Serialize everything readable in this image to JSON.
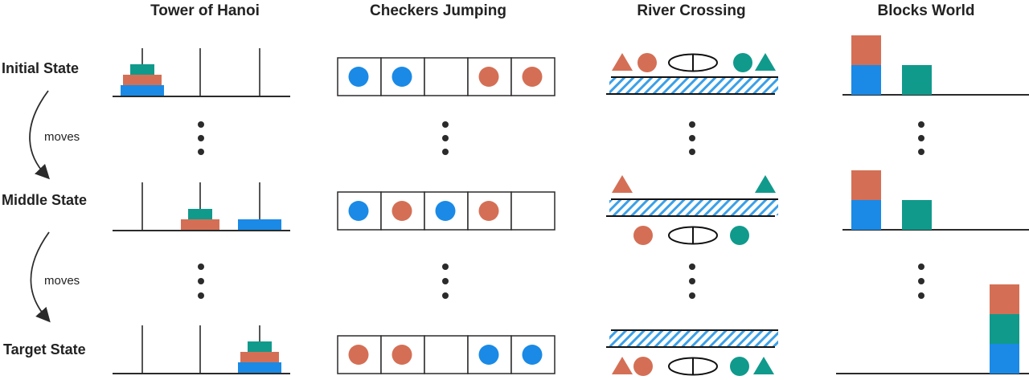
{
  "colors": {
    "blue": "#1a8ae6",
    "orange": "#d46f55",
    "teal": "#109a8c",
    "ink": "#2b2b2b"
  },
  "columns": [
    {
      "id": "hanoi",
      "title": "Tower of Hanoi"
    },
    {
      "id": "checkers",
      "title": "Checkers Jumping"
    },
    {
      "id": "river",
      "title": "River Crossing"
    },
    {
      "id": "blocks",
      "title": "Blocks World"
    }
  ],
  "rows": [
    {
      "id": "initial",
      "label": "Initial State"
    },
    {
      "id": "middle",
      "label": "Middle State"
    },
    {
      "id": "target",
      "label": "Target State"
    }
  ],
  "transitions": [
    {
      "label": "moves"
    },
    {
      "label": "moves"
    }
  ],
  "hanoi": {
    "pegs": 3,
    "disks": [
      {
        "name": "small",
        "color": "teal",
        "size": 1
      },
      {
        "name": "medium",
        "color": "orange",
        "size": 2
      },
      {
        "name": "large",
        "color": "blue",
        "size": 3
      }
    ],
    "states": [
      [
        [
          "large",
          "medium",
          "small"
        ],
        [],
        []
      ],
      [
        [],
        [
          "medium",
          "small"
        ],
        [
          "large"
        ]
      ],
      [
        [],
        [],
        [
          "large",
          "medium",
          "small"
        ]
      ]
    ]
  },
  "checkers": {
    "states": [
      [
        "blue",
        "blue",
        null,
        "orange",
        "orange"
      ],
      [
        "blue",
        "orange",
        "blue",
        "orange",
        null
      ],
      [
        "orange",
        "orange",
        null,
        "blue",
        "blue"
      ]
    ]
  },
  "river": {
    "states": [
      {
        "top": [
          "orange-triangle",
          "orange-circle",
          "boat",
          "",
          "teal-circle",
          "teal-triangle"
        ],
        "bottom": []
      },
      {
        "top": [
          "orange-triangle",
          "",
          "",
          "",
          "",
          "teal-triangle"
        ],
        "bottom": [
          "orange-circle",
          "boat",
          "teal-circle"
        ]
      },
      {
        "top": [],
        "bottom": [
          "orange-triangle",
          "orange-circle",
          "boat",
          "",
          "teal-circle",
          "teal-triangle"
        ]
      }
    ]
  },
  "blocks": {
    "states": [
      [
        [
          "blue",
          "orange"
        ],
        [
          "teal"
        ],
        []
      ],
      [
        [
          "blue",
          "orange"
        ],
        [
          "teal"
        ],
        []
      ],
      [
        [],
        [],
        [
          "blue",
          "teal",
          "orange"
        ]
      ]
    ]
  }
}
